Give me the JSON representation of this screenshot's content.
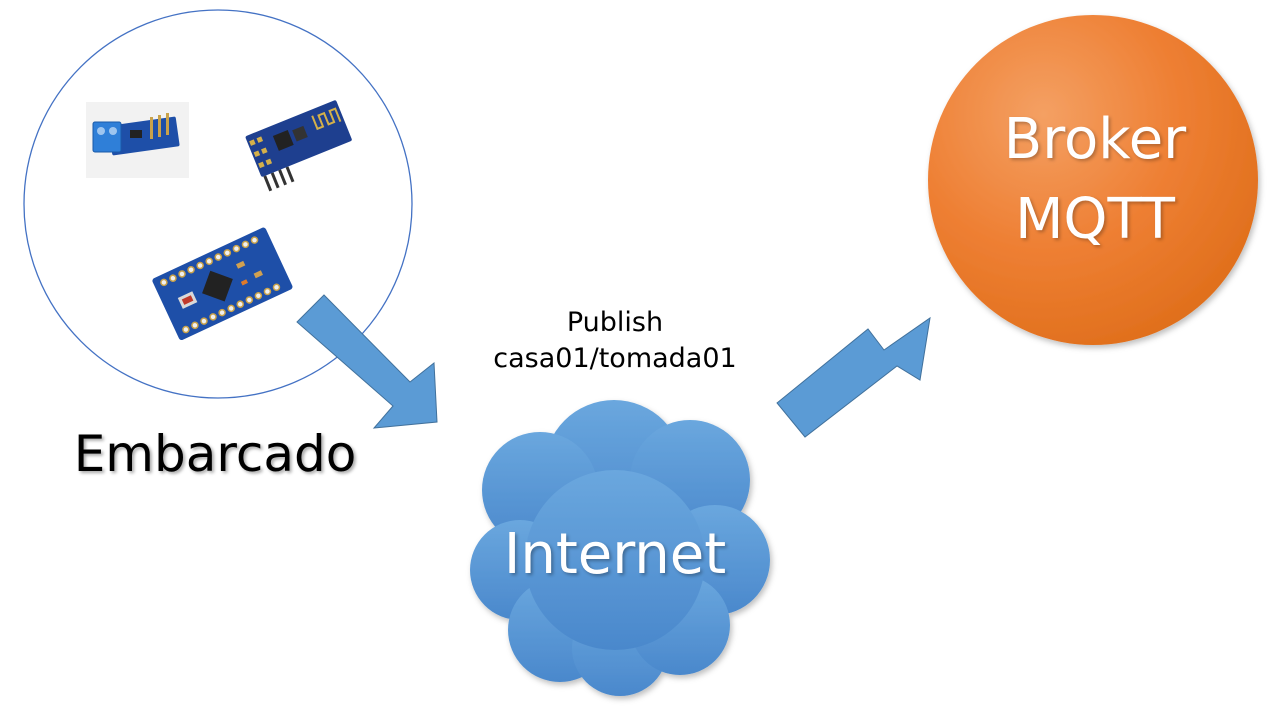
{
  "embedded": {
    "label": "Embarcado"
  },
  "publish": {
    "action": "Publish",
    "topic": "casa01/tomada01"
  },
  "internet": {
    "label": "Internet"
  },
  "broker": {
    "line1": "Broker",
    "line2": "MQTT"
  },
  "colors": {
    "circle_outline": "#4472c4",
    "arrow_fill": "#5b9bd5",
    "cloud_fill": "#5b9bd5",
    "broker_fill": "#ed7d31",
    "board_blue": "#1e4fa8",
    "terminal_blue": "#2f7fd8"
  },
  "icons": [
    "current-sensor-module-icon",
    "esp8266-wifi-module-icon",
    "arduino-pro-mini-board-icon"
  ]
}
